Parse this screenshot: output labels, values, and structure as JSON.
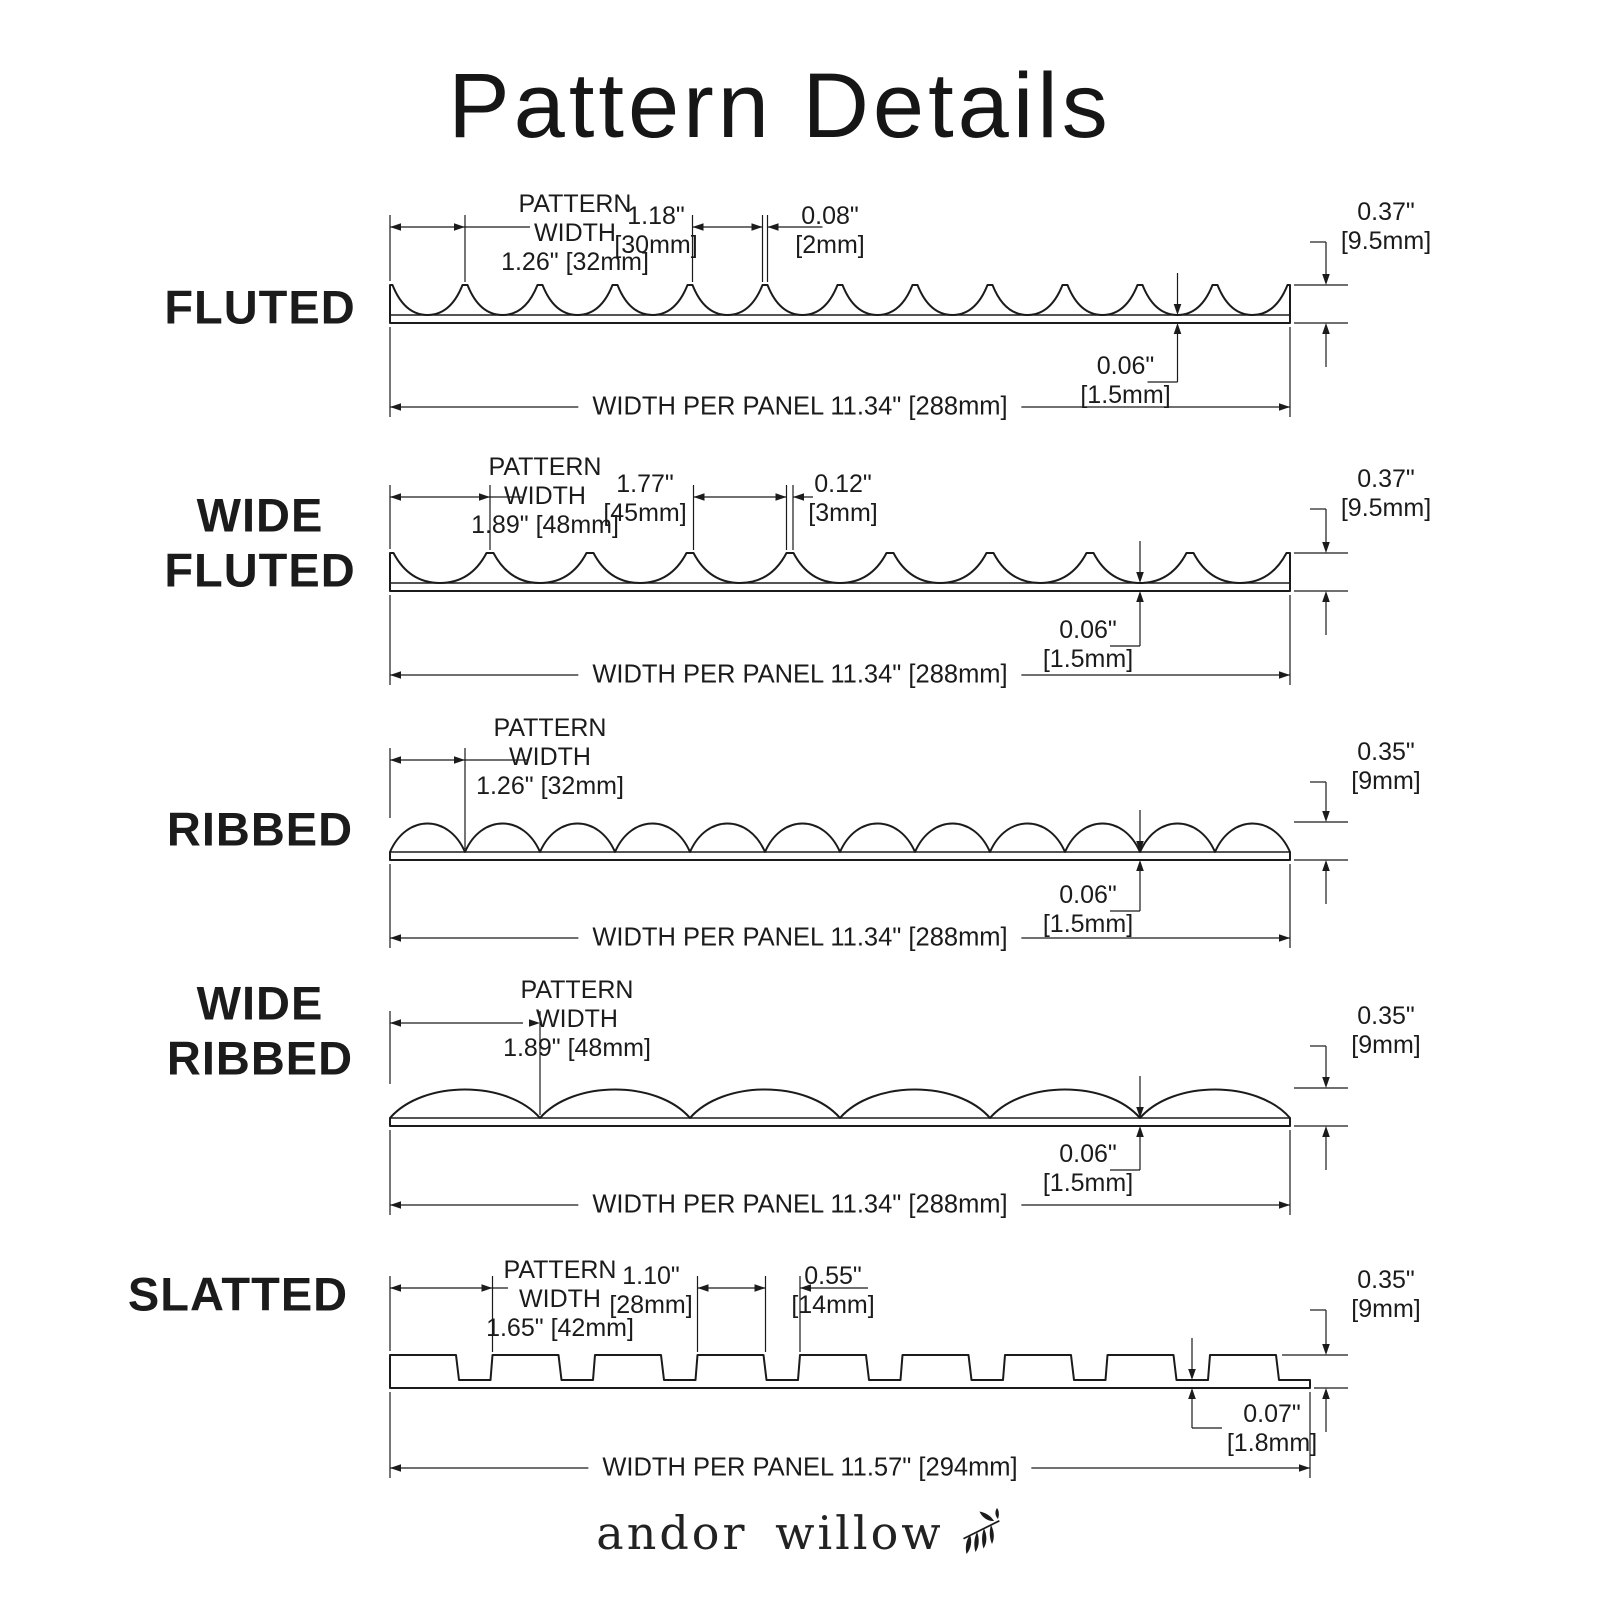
{
  "title": "Pattern Details",
  "brand": "andor willow",
  "brand_icon": "bamboo-leaf-icon",
  "rows": [
    {
      "id": "fluted",
      "label": "FLUTED",
      "pattern_width": "PATTERN\nWIDTH\n1.26\" [32mm]",
      "dim_a": "1.18\"\n[30mm]",
      "dim_b": "0.08\"\n[2mm]",
      "height": "0.37\"\n[9.5mm]",
      "thickness": "0.06\"\n[1.5mm]",
      "panel_width": "WIDTH PER PANEL 11.34\" [288mm]"
    },
    {
      "id": "wide-fluted",
      "label": "WIDE\nFLUTED",
      "pattern_width": "PATTERN\nWIDTH\n1.89\" [48mm]",
      "dim_a": "1.77\"\n[45mm]",
      "dim_b": "0.12\"\n[3mm]",
      "height": "0.37\"\n[9.5mm]",
      "thickness": "0.06\"\n[1.5mm]",
      "panel_width": "WIDTH PER PANEL 11.34\" [288mm]"
    },
    {
      "id": "ribbed",
      "label": "RIBBED",
      "pattern_width": "PATTERN\nWIDTH\n1.26\" [32mm]",
      "height": "0.35\"\n[9mm]",
      "thickness": "0.06\"\n[1.5mm]",
      "panel_width": "WIDTH PER PANEL 11.34\" [288mm]"
    },
    {
      "id": "wide-ribbed",
      "label": "WIDE\nRIBBED",
      "pattern_width": "PATTERN\nWIDTH\n1.89\" [48mm]",
      "height": "0.35\"\n[9mm]",
      "thickness": "0.06\"\n[1.5mm]",
      "panel_width": "WIDTH PER PANEL 11.34\" [288mm]"
    },
    {
      "id": "slatted",
      "label": "SLATTED",
      "pattern_width": "PATTERN\nWIDTH\n1.65\" [42mm]",
      "dim_a": "1.10\"\n[28mm]",
      "dim_b": "0.55\"\n[14mm]",
      "height": "0.35\"\n[9mm]",
      "thickness": "0.07\"\n[1.8mm]",
      "panel_width": "WIDTH PER PANEL 11.57\" [294mm]"
    }
  ]
}
